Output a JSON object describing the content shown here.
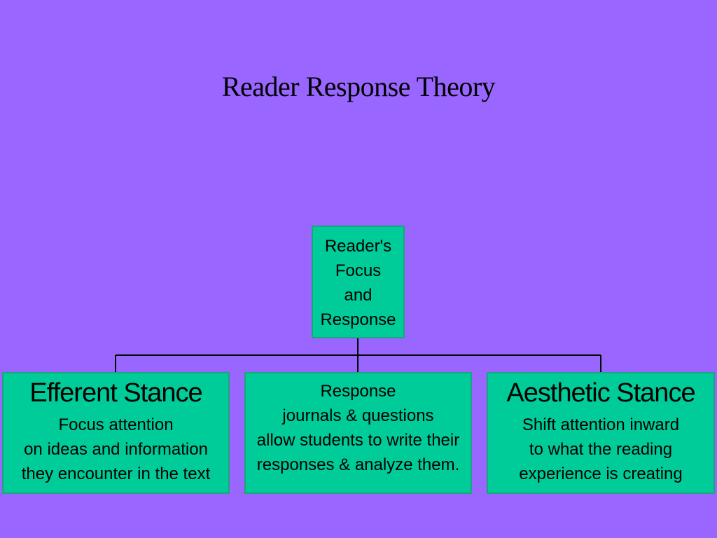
{
  "title": "Reader Response Theory",
  "diagram": {
    "root": {
      "lines": [
        "Reader's",
        "Focus",
        "and",
        "Response"
      ]
    },
    "efferent": {
      "heading": "Efferent Stance",
      "lines": [
        "Focus attention",
        "on ideas and information",
        "they encounter in the text"
      ]
    },
    "response": {
      "lines": [
        "Response",
        "journals & questions",
        "allow students to write their",
        "responses & analyze them."
      ]
    },
    "aesthetic": {
      "heading": "Aesthetic Stance",
      "lines": [
        "Shift attention inward",
        "to what the reading",
        "experience is creating"
      ]
    }
  },
  "colors": {
    "background": "#9966ff",
    "box_fill": "#00cc99",
    "box_border": "#1ea37d",
    "line": "#000000"
  }
}
